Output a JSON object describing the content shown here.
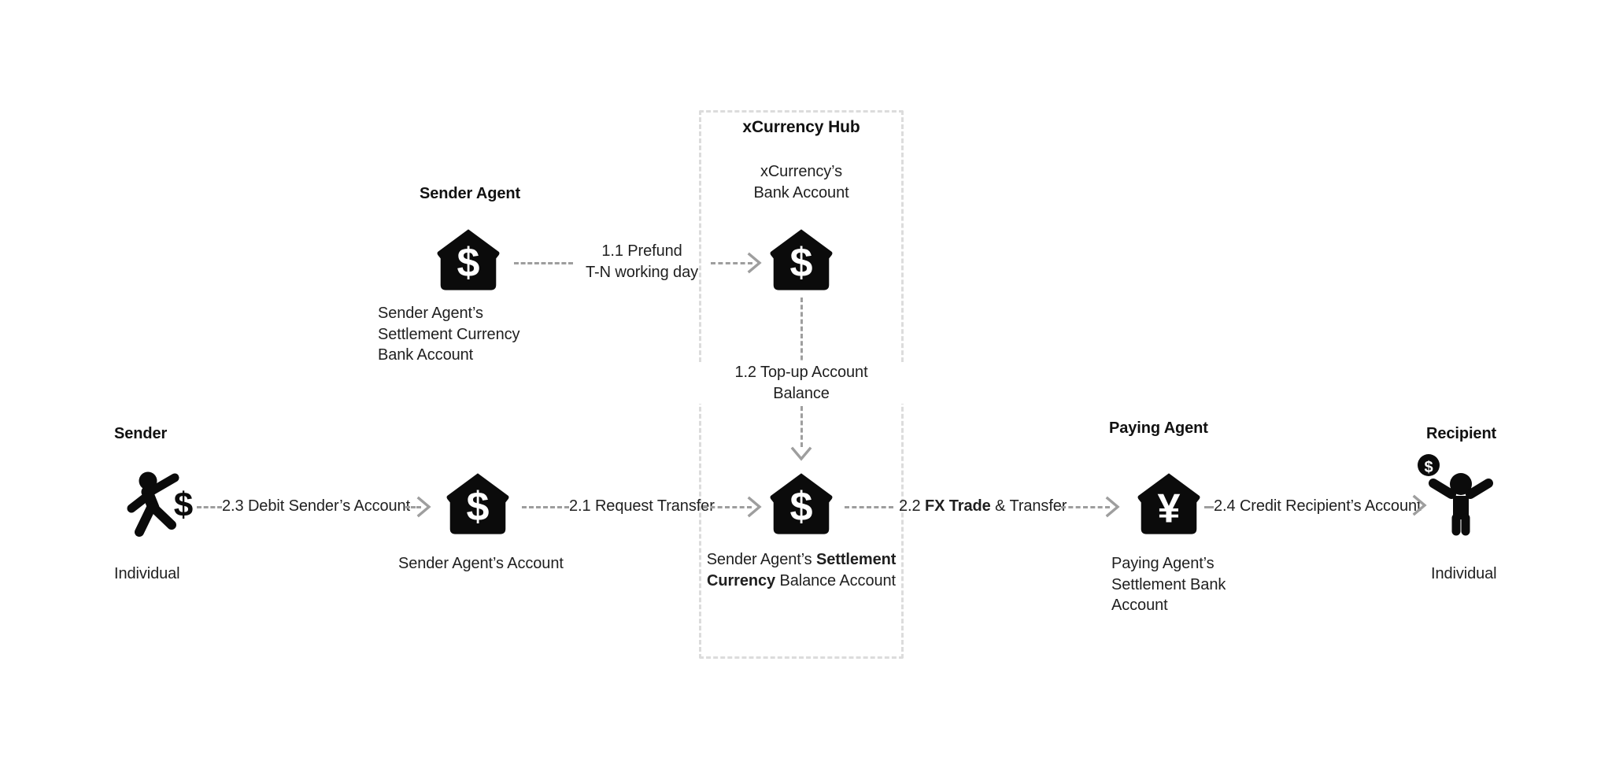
{
  "diagram": {
    "title": "xCurrency prefunded settlement flow",
    "background": "#ffffff",
    "accent_dark": "#0b0b0b",
    "line_gray": "#9e9e9e",
    "box_gray": "#dcdcdc"
  },
  "hub": {
    "title": "xCurrency Hub",
    "top_node": {
      "caption_line1": "xCurrency’s",
      "caption_line2": "Bank Account",
      "icon": "bank-house-dollar-icon"
    },
    "bottom_node": {
      "caption_prefix": "Sender Agent’s ",
      "caption_bold": "Settlement",
      "caption_bold2": "Currency",
      "caption_suffix": " Balance Account",
      "icon": "bank-house-dollar-icon"
    }
  },
  "groups": {
    "sender": "Sender",
    "sender_agent": "Sender Agent",
    "paying_agent": "Paying Agent",
    "recipient": "Recipient"
  },
  "nodes": {
    "sender": {
      "caption": "Individual",
      "icon": "running-person-dollar-icon"
    },
    "sender_agent_settlement": {
      "caption_line1": "Sender Agent’s",
      "caption_line2": "Settlement Currency",
      "caption_line3": "Bank Account",
      "icon": "bank-house-dollar-icon"
    },
    "sender_agent_account": {
      "caption": "Sender Agent’s  Account",
      "icon": "bank-house-dollar-icon"
    },
    "paying_agent": {
      "caption_line1": "Paying Agent’s",
      "caption_line2": "Settlement Bank",
      "caption_line3": "Account",
      "icon": "bank-house-yen-icon"
    },
    "recipient": {
      "caption": "Individual",
      "icon": "celebrating-person-icon",
      "badge_icon": "coin-dollar-icon"
    }
  },
  "flows": {
    "prefund": {
      "line1": "1.1 Prefund",
      "line2": "T-N working day"
    },
    "topup": {
      "line1": "1.2 Top-up Account",
      "line2": "Balance"
    },
    "request_transfer": "2.1 Request Transfer",
    "fx_trade": {
      "prefix": "2.2 ",
      "bold": "FX Trade",
      "suffix": " & Transfer"
    },
    "debit_sender": "2.3 Debit Sender’s Account",
    "credit_recipient": "2.4 Credit Recipient’s Account"
  }
}
